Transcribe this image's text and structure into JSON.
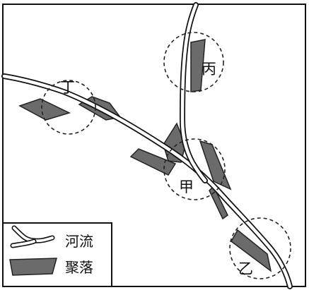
{
  "map": {
    "site_labels": {
      "jia": "甲",
      "yi": "乙",
      "bing": "丙",
      "ding": "丁"
    },
    "legend": {
      "river": "河流",
      "settlement": "聚落"
    },
    "colors": {
      "settlement_fill": "#6b6b6b",
      "line": "#111111",
      "background": "#ffffff"
    }
  }
}
